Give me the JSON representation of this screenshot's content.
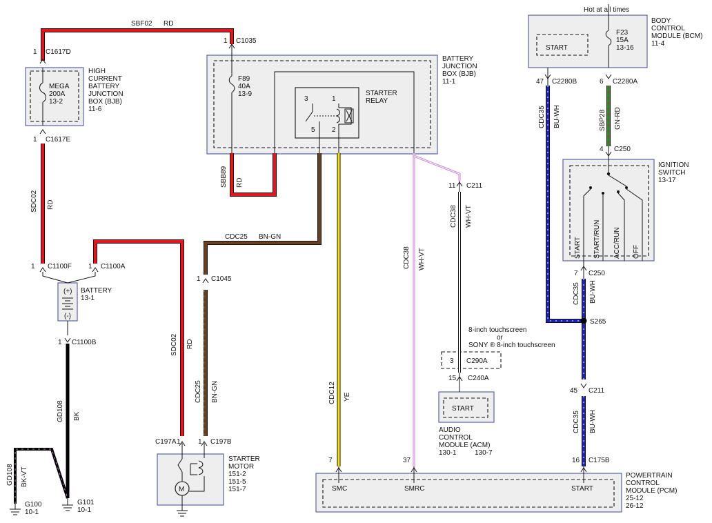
{
  "wires": {
    "sbf02": {
      "circuit": "SBF02",
      "color": "RD"
    },
    "sdc02_left": {
      "circuit": "SDC02",
      "color": "RD"
    },
    "sbb89": {
      "circuit": "SBB89",
      "color": "RD"
    },
    "cdc25_top": {
      "circuit": "CDC25",
      "color": "BN-GN"
    },
    "cdc25_low": {
      "circuit": "CDC25",
      "color": "BN-GN"
    },
    "sdc02_mid": {
      "circuit": "SDC02",
      "color": "RD"
    },
    "gd108_bk": {
      "circuit": "GD108",
      "color": "BK"
    },
    "gd108_bkvt": {
      "circuit": "GD108",
      "color": "BK-VT"
    },
    "cdc12": {
      "circuit": "CDC12",
      "color": "YE"
    },
    "cdc38_mid": {
      "circuit": "CDC38",
      "color": "WH-VT"
    },
    "cdc38_acm": {
      "circuit": "CDC38",
      "color": "WH-VT"
    },
    "cdc35_bcm": {
      "circuit": "CDC35",
      "color": "BU-WH"
    },
    "sbp28": {
      "circuit": "SBP28",
      "color": "GN-RD"
    },
    "cdc35_ign": {
      "circuit": "CDC35",
      "color": "BU-WH"
    },
    "cdc35_pcm": {
      "circuit": "CDC35",
      "color": "BU-WH"
    }
  },
  "connectors": {
    "c1617d": {
      "pin": "1",
      "name": "C1617D"
    },
    "c1617e": {
      "pin": "1",
      "name": "C1617E"
    },
    "c1035": {
      "pin": "1",
      "name": "C1035"
    },
    "c1100f": {
      "pin": "1",
      "name": "C1100F"
    },
    "c1100a": {
      "pin": "1",
      "name": "C1100A"
    },
    "c1100b": {
      "pin": "1",
      "name": "C1100B"
    },
    "c1045": {
      "pin": "1",
      "name": "C1045"
    },
    "c197a": {
      "pin": "1",
      "name": "C197A"
    },
    "c197b": {
      "pin": "1",
      "name": "C197B"
    },
    "c211_top": {
      "pin": "11",
      "name": "C211"
    },
    "c290a": {
      "pin": "3",
      "name": "C290A"
    },
    "c240a": {
      "pin": "15",
      "name": "C240A"
    },
    "c2280b": {
      "pin": "47",
      "name": "C2280B"
    },
    "c2280a": {
      "pin": "6",
      "name": "C2280A"
    },
    "c250_top": {
      "pin": "4",
      "name": "C250"
    },
    "c250_low": {
      "pin": "7",
      "name": "C250"
    },
    "c211_low": {
      "pin": "45",
      "name": "C211"
    },
    "c175b_smc": {
      "pin": "7"
    },
    "c175b_smrc": {
      "pin": "37"
    },
    "c175b": {
      "pin": "16",
      "name": "C175B"
    },
    "s265": {
      "name": "S265"
    }
  },
  "components": {
    "hcbjb": {
      "title": [
        "HIGH",
        "CURRENT",
        "BATTERY",
        "JUNCTION",
        "BOX (BJB)",
        "11-6"
      ],
      "fuse": [
        "MEGA",
        "200A",
        "13-2"
      ]
    },
    "bjb": {
      "title": [
        "BATTERY",
        "JUNCTION",
        "BOX (BJB)",
        "11-1"
      ],
      "fuse": [
        "F89",
        "40A",
        "13-9"
      ],
      "relay": [
        "STARTER",
        "RELAY"
      ],
      "pins": [
        "3",
        "1",
        "5",
        "2"
      ]
    },
    "battery": {
      "title": [
        "BATTERY",
        "13-1"
      ],
      "plus": "(+)",
      "minus": "(-)"
    },
    "bcm": {
      "top_note": "Hot at all times",
      "title": [
        "BODY",
        "CONTROL",
        "MODULE (BCM)",
        "11-4"
      ],
      "start": "START",
      "fuse": [
        "F23",
        "15A",
        "13-16"
      ]
    },
    "ignition": {
      "title": [
        "IGNITION",
        "SWITCH",
        "13-17"
      ],
      "positions": [
        "START",
        "START/RUN",
        "ACC/RUN",
        "OFF"
      ]
    },
    "acm": {
      "note": [
        "8-inch touchscreen",
        "or",
        "SONY ® 8-inch touchscreen"
      ],
      "start": "START",
      "title": [
        "AUDIO",
        "CONTROL",
        "MODULE (ACM)"
      ],
      "ref_a": "130-1",
      "ref_b": "130-7"
    },
    "starter": {
      "title": [
        "STARTER",
        "MOTOR",
        "151-2",
        "151-5",
        "151-7"
      ]
    },
    "pcm": {
      "title": [
        "POWERTRAIN",
        "CONTROL",
        "MODULE (PCM)",
        "25-12",
        "26-12"
      ],
      "pins": [
        "SMC",
        "SMRC",
        "START"
      ]
    },
    "grounds": {
      "g100": [
        "G100",
        "10-1"
      ],
      "g101": [
        "G101",
        "10-1"
      ]
    }
  },
  "colors": {
    "RD": "#e8141c",
    "BK": "#000000",
    "BN": "#6b3f1e",
    "YE": "#f2e600",
    "VT": "#c77fd6",
    "BU": "#1a22b8",
    "GN": "#2f8a2a",
    "box_border": "#5a63a8",
    "box_fill": "#eeeeee"
  }
}
